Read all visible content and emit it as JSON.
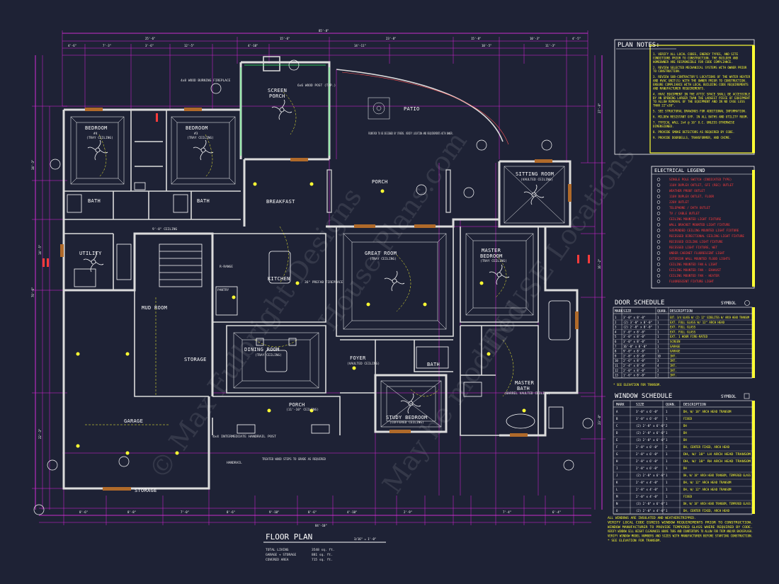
{
  "rooms": {
    "bedroom4": {
      "name": "BEDROOM",
      "num": "#4",
      "ceiling": "(TRAY CEILING)"
    },
    "bedroom3": {
      "name": "BEDROOM",
      "num": "#3",
      "ceiling": "(TRAY CEILING)"
    },
    "screen_porch": {
      "name": "SCREEN",
      "name2": "PORCH"
    },
    "patio": {
      "name": "PATIO"
    },
    "breakfast": {
      "name": "BREAKFAST"
    },
    "porch_rear": {
      "name": "PORCH"
    },
    "sitting_room": {
      "name": "SITTING ROOM",
      "ceiling": "(VAULTED CEILING)"
    },
    "bath1": {
      "name": "BATH"
    },
    "bath2": {
      "name": "BATH"
    },
    "utility": {
      "name": "UTILITY"
    },
    "kitchen": {
      "name": "KITCHEN"
    },
    "great_room": {
      "name": "GREAT ROOM",
      "ceiling": "(TRAY CEILING)"
    },
    "master_bedroom": {
      "name": "MASTER",
      "name2": "BEDROOM",
      "ceiling": "(TRAY CEILING)"
    },
    "pantry": {
      "name": "PANTRY"
    },
    "mud_room": {
      "name": "MUD ROOM"
    },
    "storage": {
      "name": "STORAGE"
    },
    "dining_room": {
      "name": "DINING ROOM",
      "ceiling": "(TRAY CEILING)"
    },
    "foyer": {
      "name": "FOYER",
      "ceiling": "(VAULTED CEILING)"
    },
    "bath3": {
      "name": "BATH"
    },
    "master_bath": {
      "name": "MASTER",
      "name2": "BATH",
      "ceiling": "(BARREL VAULTED CEILING)"
    },
    "porch_front": {
      "name": "PORCH",
      "ceiling": "(11'-10\" CEILING)"
    },
    "study_bedroom": {
      "name": "STUDY BEDROOM",
      "ceiling": "(COFFERED CEILING)"
    },
    "garage": {
      "name": "GARAGE"
    },
    "storage2": {
      "name": "STORAGE"
    },
    "rdrange": {
      "name": "R-RANGE"
    }
  },
  "annotations": {
    "fireplace": "4x8 WOOD BURNING FIREPLACE",
    "fireplace2": "36\" PREFAB FIREPLACE",
    "fountain": "FOUNTAIN TO BE DESIGNED BY OTHERS. VERIFY LOCATION AND REQUIREMENTS WITH OWNER.",
    "ceiling_ht": "9'-0\" CEILING",
    "wood_post": "6x6 WOOD POST (TYP.)",
    "handrail": "HANDRAIL",
    "treated_steps": "TREATED WOOD STEPS TO GRADE AS REQUIRED",
    "intermediate": "4x4 INTERMEDIATE HANDRAIL POST"
  },
  "dims": {
    "overall_top": "85'-8\"",
    "overall_bottom": "84'-10\"",
    "top": [
      "25'-6\"",
      "15'-6\"",
      "23'-8\"",
      "15'-8\"",
      "10'-3\"",
      "4'-5\""
    ],
    "top2": [
      "4'-6\"",
      "7'-3\"",
      "3'-6\"",
      "12'-5\"",
      "4'-10\"",
      "14'-11\"",
      "10'-5\"",
      "11'-3\""
    ],
    "bottom": [
      "8'-6\"",
      "8'-8\"",
      "7'-0\"",
      "8'-6\"",
      "9'-10\"",
      "8'-6\"",
      "4'-10\"",
      "2'-9\"",
      "7'-4\"",
      "6'-4\""
    ],
    "left": [
      "34'-3\"",
      "70'-6\"",
      "14'-5\"",
      "22'-3\""
    ],
    "right": [
      "27'-0\"",
      "16'-2\"",
      "23'-8\""
    ]
  },
  "title_block": {
    "title": "FLOOR PLAN",
    "scale": "3/16\" = 1'-0\"",
    "rows": [
      {
        "label": "TOTAL LIVING",
        "value": "3548 sq. ft."
      },
      {
        "label": "GARAGE + STORAGE",
        "value": "881 sq. ft."
      },
      {
        "label": "COVERED AREA",
        "value": "715 sq. ft."
      }
    ]
  },
  "plan_notes": {
    "title": "PLAN NOTES:",
    "items": [
      "1. VERIFY ALL LOCAL CODES, ENERGY TYPES, AND SITE CONDITIONS PRIOR TO CONSTRUCTION. THE BUILDER AND HOMEOWNER ARE RESPONSIBLE FOR CODE COMPLIANCE.",
      "2. REVIEW SELECTED MECHANICAL SYSTEMS WITH OWNER PRIOR TO CONSTRUCTION.",
      "3. REVIEW SUB-CONTRACTOR'S LOCATIONS OF THE WATER HEATER AND HVAC UNIT(S) WITH THE OWNER PRIOR TO CONSTRUCTION. ENSURE COMPLIANCE WITH LOCAL BUILDING CODE REQUIREMENTS AND MANUFACTURER REQUIREMENTS.",
      "4. HVAC EQUIPMENT IN THE ATTIC SPACE SHALL BE ACCESSIBLE BY AN OPENING LARGER THAN THE LARGEST PIECE OF EQUIPMENT TO ALLOW REMOVAL OF THE EQUIPMENT AND IN NO CASE LESS THAN 22\"x30\".",
      "5. SEE STRUCTURAL DRAWINGS FOR ADDITIONAL INFORMATION.",
      "6. MILDEW RESISTANT GYP. IN ALL BATHS AND UTILITY ROOM.",
      "7. TYPICAL WALL 2x4 @ 16\" O.C. UNLESS OTHERWISE DIMENSIONED.",
      "8. PROVIDE SMOKE DETECTORS AS REQUIRED BY CODE.",
      "9. PROVIDE DOORBELLS, TRANSFORMER, AND CHIME."
    ]
  },
  "electrical_legend": {
    "title": "ELECTRICAL LEGEND",
    "items": [
      "SINGLE POLE SWITCH (INDICATED TYPE)",
      "110V DUPLEX OUTLET, GFI (REC) OUTLET",
      "WEATHER PROOF OUTLET",
      "110V DUPLEX OUTLET, FLOOR",
      "220V OUTLET",
      "TELEPHONE / DATA OUTLET",
      "TV / CABLE OUTLET",
      "CEILING MOUNTED LIGHT FIXTURE",
      "WALL BRACKET MOUNTED LIGHT FIXTURE",
      "SUSPENDED CEILING MOUNTED LIGHT FIXTURE",
      "RECESSED DIRECTIONAL CEILING LIGHT FIXTURE",
      "RECESSED CEILING LIGHT FIXTURE",
      "RECESSED LIGHT FIXTURE, WET",
      "UNDER CABINET FLUORESCENT LIGHT",
      "EXTERIOR WALL MOUNTED FLOOD LIGHTS",
      "CEILING MOUNTED FAN & LIGHT",
      "CEILING MOUNTED FAN - EXHAUST",
      "CEILING MOUNTED FAN - HEATER",
      "FLUORESCENT FIXTURE LIGHT"
    ]
  },
  "door_schedule": {
    "title": "DOOR SCHEDULE",
    "symbol": "SYMBOL",
    "headers": [
      "MARK",
      "SIZE",
      "QUAN.",
      "DESCRIPTION"
    ],
    "rows": [
      [
        "1",
        "3'-0\" x 8'-0\"",
        "1",
        "EXT. 3/4 GLASS W/ (2) 12\" SIDELITES W/ ARCH HEAD TRANSOM"
      ],
      [
        "2",
        "(2) 3'-0\" x 8'-0\"",
        "1",
        "EXT. FULL GLASS W/ 12\" ARCH HEAD"
      ],
      [
        "3",
        "(2) 2'-8\" x 8'-0\"",
        "1",
        "EXT. FULL GLASS"
      ],
      [
        "4",
        "3'-0\" x 8'-0\"",
        "1",
        "EXT. FULL GLASS"
      ],
      [
        "5",
        "3'-0\" x 8'-0\"",
        "1",
        "EXT. 1 HOUR FIRE-RATED"
      ],
      [
        "6",
        "3'-0\" x 8'-0\"",
        "1",
        "SCREEN"
      ],
      [
        "7",
        "16'-0\" x 8'-0\"",
        "1",
        "GARAGE"
      ],
      [
        "8",
        "9'-0\" x 8'-0\"",
        "1",
        "GARAGE"
      ],
      [
        "9",
        "2'-8\" x 8'-0\"",
        "10",
        "INT."
      ],
      [
        "10",
        "2'-6\" x 8'-0\"",
        "3",
        "INT."
      ],
      [
        "11",
        "2'-4\" x 8'-0\"",
        "4",
        "INT."
      ],
      [
        "12",
        "2'-0\" x 8'-0\"",
        "2",
        "INT."
      ],
      [
        "13",
        "1'-6\" x 8'-0\"",
        "2",
        "INT."
      ]
    ],
    "footnote": "* SEE ELEVATION FOR TRANSOM."
  },
  "window_schedule": {
    "title": "WINDOW SCHEDULE",
    "symbol": "SYMBOL",
    "headers": [
      "MARK",
      "SIZE",
      "QUAN.",
      "DESCRIPTION"
    ],
    "rows": [
      [
        "A",
        "3'-0\" x 6'-0\"",
        "1",
        "DH, W/ 18\" ARCH HEAD TRANSOM"
      ],
      [
        "B",
        "3'-0\" x 6'-0\"",
        "1",
        "FIXED"
      ],
      [
        "C",
        "(2) 2'-8\" x 6'-0\"",
        "2",
        "DH"
      ],
      [
        "D",
        "(2) 2'-8\" x 6'-0\"",
        "1",
        "DH"
      ],
      [
        "E",
        "(3) 2'-8\" x 6'-0\"",
        "1",
        "DH"
      ],
      [
        "F",
        "2'-8\" x 6'-0\"",
        "2",
        "DH, CENTER FIXED, ARCH HEAD"
      ],
      [
        "G",
        "2'-8\" x 6'-0\"",
        "1",
        "DH, W/ 18\" LH ARCH HEAD TRANSOM"
      ],
      [
        "H",
        "2'-8\" x 6'-0\"",
        "1",
        "DH, W/ 18\" RH ARCH HEAD TRANSOM"
      ],
      [
        "I",
        "2'-8\" x 6'-0\"",
        "1",
        "DH"
      ],
      [
        "J",
        "(2) 2'-8\" x 6'-0\"",
        "1",
        "DH, W/ 18\" ARCH HEAD TRANSOM, TEMPERED GLASS"
      ],
      [
        "K",
        "2'-8\" x 4'-0\"",
        "1",
        "DH, W/ 12\" ARCH HEAD TRANSOM"
      ],
      [
        "L",
        "2'-8\" x 4'-0\"",
        "1",
        "DH, W/ 12\" ARCH HEAD TRANSOM"
      ],
      [
        "M",
        "2'-0\" x 4'-0\"",
        "1",
        "FIXED"
      ],
      [
        "N",
        "(3) 2'-8\" x 6'-0\"",
        "1",
        "DH, W/ 18\" ARCH HEAD TRANSOM, TEMPERED GLASS"
      ],
      [
        "O",
        "(2) 2'-0\" x 4'-0\"",
        "1",
        "DH, CENTER FIXED, ARCH HEAD"
      ]
    ],
    "footnotes": [
      "ALL WINDOWS ARE INSULATED AND WEATHERSTRIPPED.",
      "VERIFY LOCAL CODE EGRESS WINDOW REQUIREMENTS PRIOR TO CONSTRUCTION.",
      "WINDOW MANUFACTURER TO PROVIDE TEMPERED GLASS WHERE REQUIRED BY CODE.",
      "VERIFY WINDOW SILL HEIGHT CLEARANCES ABOVE TUBS AND COUNTERTOPS TO ALLOW FOR TRIM AND/OR BACKSPLASH.",
      "VERIFY WINDOW MODEL NUMBERS AND SIZES WITH MANUFACTURER BEFORE STARTING CONSTRUCTION.",
      "* SEE ELEVATION FOR TRANSOM."
    ]
  },
  "watermarks": [
    "© Max Fulbright Designs",
    "House-Plans.com",
    "May be modified",
    "IN USE Locations"
  ],
  "colors": {
    "background": "#1e2235",
    "walls": "#dcdcdc",
    "dimensions": "#ff33ff",
    "notes": "#ffff33",
    "legend": "#ff3b3b"
  }
}
